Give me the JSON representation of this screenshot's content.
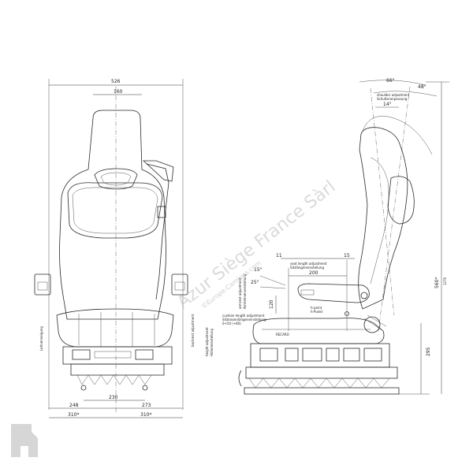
{
  "front_view": {
    "dim_total_width": "526",
    "dim_headrest": "160",
    "dim_mount_span": "230",
    "dim_left_base": "248",
    "dim_right_base": "273",
    "dim_half_left": "310*",
    "dim_half_right": "310*",
    "side_note_left": "Lehnenneigung",
    "side_note_right": "backrest adjustment"
  },
  "side_view": {
    "angle_back_1": "66°",
    "angle_back_2": "48°",
    "shoulder_label": "shoulder adjustment",
    "shoulder_label_de": "Schulteranpassung",
    "angle_shoulder": "14°",
    "seat_length_label": "seat length adjustment",
    "seat_length_label_de": "Sitzlängeneinstellung",
    "dim_11": "11",
    "dim_15": "15",
    "dim_200": "200",
    "dim_120": "120",
    "dim_295": "295",
    "dim_height": "560*",
    "dim_height_sub": "1270",
    "h_point_label": "h-point",
    "h_point_label_de": "h-Punkt",
    "cushion_label": "cushion length adjustment",
    "cushion_label_de": "Sitzkissenlängeneinstellung",
    "cushion_value": "0+50 (+80)",
    "armrest_label": "armrest adjustment",
    "armrest_label_de": "Armlehnenverstellung",
    "angle_25": "25°",
    "angle_15": "15°",
    "left_vert_label": "height adjustment",
    "left_vert_label_de": "Höheneinstellung",
    "part_label": "RECARO"
  },
  "watermark": {
    "main": "Azur Siège France Sàrl",
    "sub": "©Europe-Camions.com"
  }
}
